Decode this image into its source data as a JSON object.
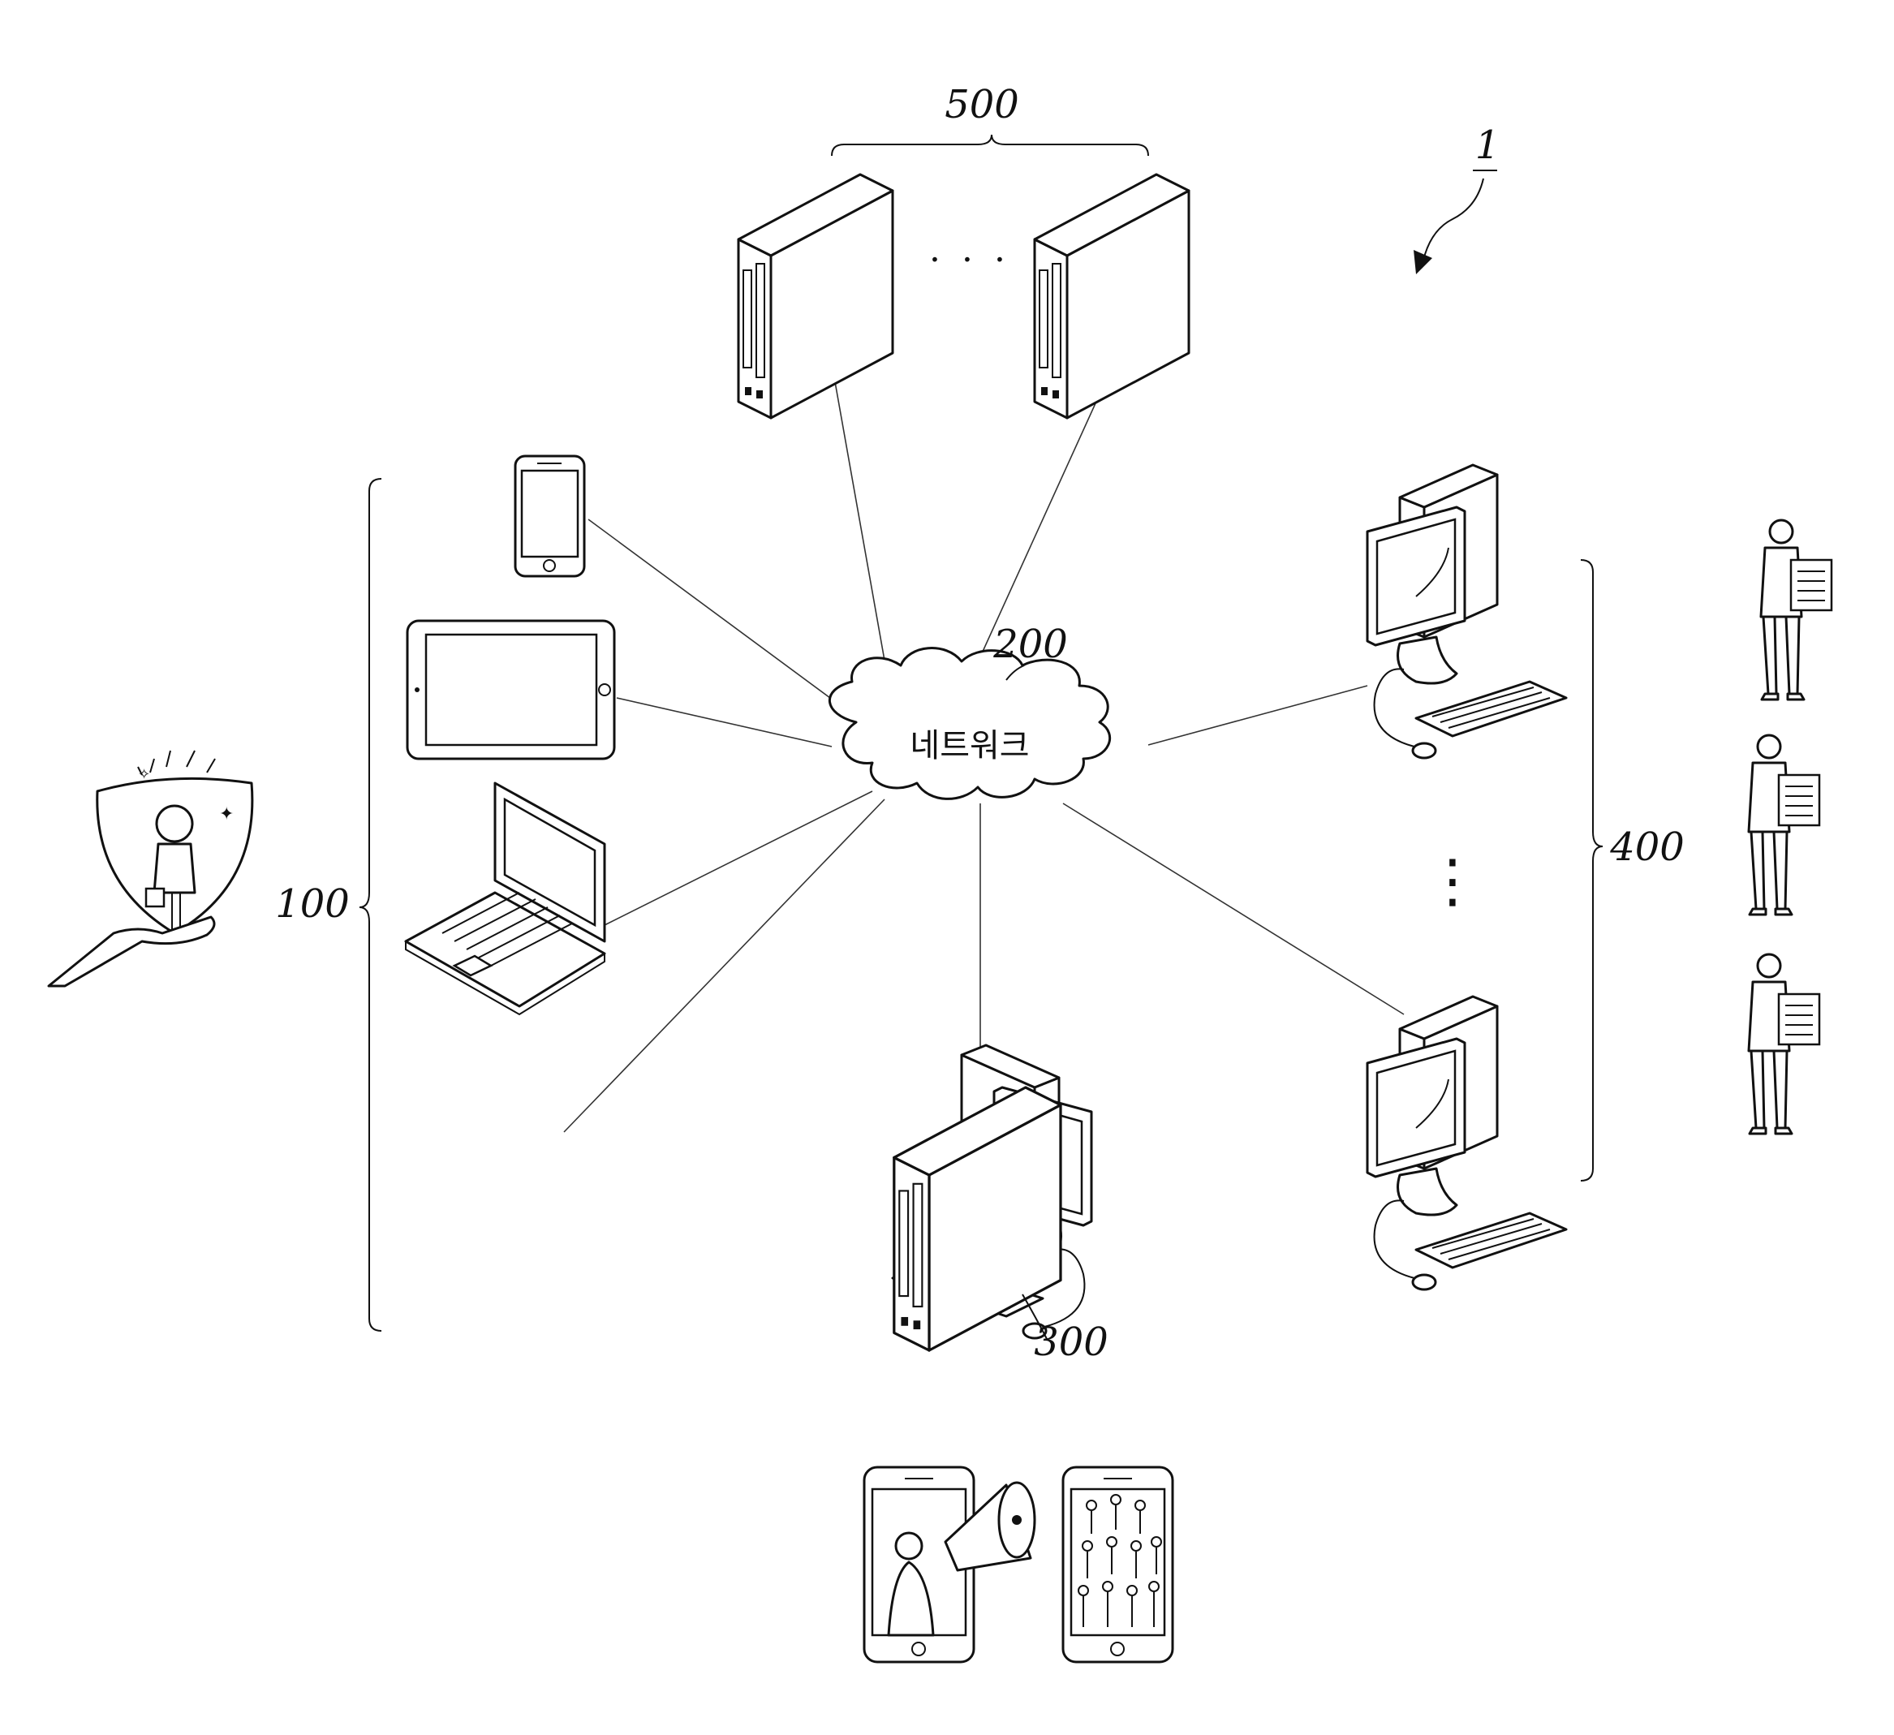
{
  "figure": {
    "system_ref": "1",
    "network": {
      "ref": "200",
      "label": "네트워크"
    },
    "user_devices": {
      "ref": "100"
    },
    "main_server": {
      "ref": "300"
    },
    "member_terminals": {
      "ref": "400"
    },
    "external_servers": {
      "ref": "500"
    },
    "ellipsis_horizontal": "· · ·",
    "ellipsis_vertical": "⋮"
  },
  "icons": [
    "insurance-shield-icon",
    "smartphone-icon",
    "tablet-icon",
    "laptop-icon",
    "desktop-computer-icon",
    "server-tower-icon",
    "salesperson-icon",
    "advertising-phones-icon"
  ],
  "colors": {
    "ink": "#111111",
    "background": "#ffffff"
  }
}
